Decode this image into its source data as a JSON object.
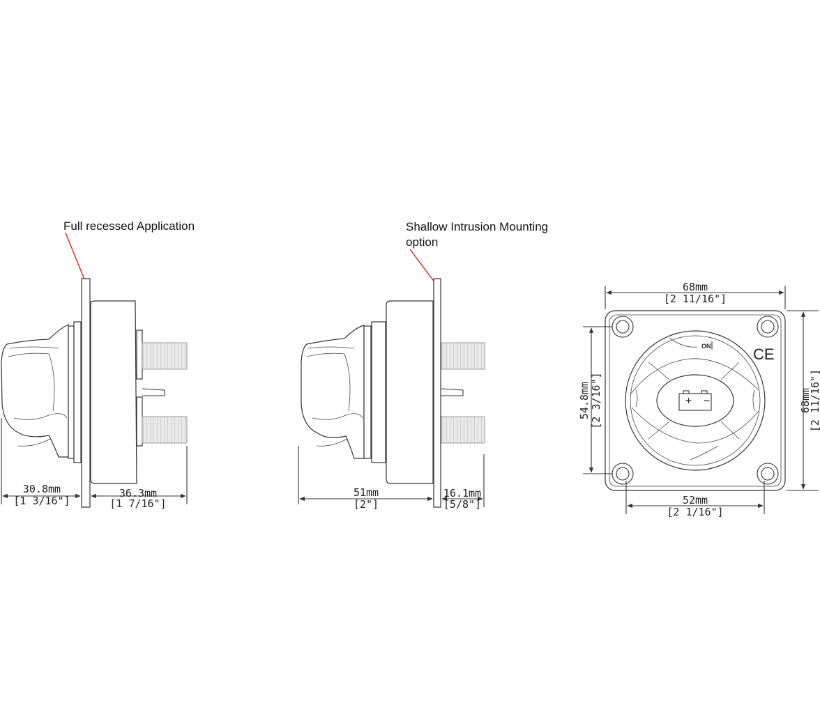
{
  "callouts": {
    "full_recessed": "Full recessed Application",
    "shallow_line1": "Shallow Intrusion Mounting",
    "shallow_line2": "option"
  },
  "view_left": {
    "dim_a_mm": "30.8mm",
    "dim_a_in": "[1 3/16\"]",
    "dim_b_mm": "36.3mm",
    "dim_b_in": "[1 7/16\"]"
  },
  "view_middle": {
    "dim_a_mm": "51mm",
    "dim_a_in": "[2\"]",
    "dim_b_mm": "16.1mm",
    "dim_b_in": "[5/8\"]"
  },
  "view_front": {
    "top_mm": "68mm",
    "top_in": "[2 11/16\"]",
    "left_mm": "54.8mm",
    "left_in": "[2 3/16\"]",
    "right_mm": "68mm",
    "right_in": "[2 11/16\"]",
    "bottom_mm": "52mm",
    "bottom_in": "[2 1/16\"]",
    "on_mark": "ON",
    "ce_mark": "CE",
    "battery_plus": "+",
    "battery_minus": "−"
  },
  "colors": {
    "leader": "#e02418",
    "line": "#333333",
    "thread_fill": "#e6e6e6"
  }
}
